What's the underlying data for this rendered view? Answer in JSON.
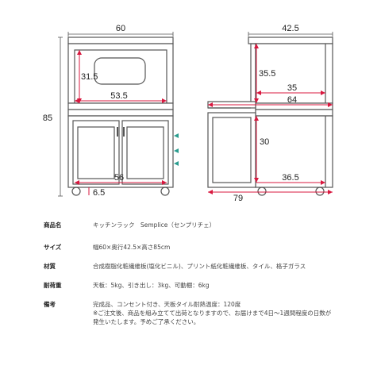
{
  "dimensions": {
    "front_width": "60",
    "height": "85",
    "top_opening": "31.5",
    "top_inner_width": "53.5",
    "bottom_inner_width": "56",
    "caster": "6.5",
    "depth": "42.5",
    "upper_depth": "35.5",
    "upper_inner_depth": "35",
    "overall_width_upper": "64",
    "lower_height": "30",
    "lower_inner_depth": "36.5",
    "overall_width": "79"
  },
  "colors": {
    "frame": "#555555",
    "dimension_line": "#d8183f",
    "arrow": "#2a9d8f"
  },
  "specs": [
    {
      "label": "商品名",
      "lines": [
        "キッチンラック　Semplice（センプリチェ）"
      ]
    },
    {
      "label": "サイズ",
      "lines": [
        "幅60×奥行42.5×高さ85cm"
      ]
    },
    {
      "label": "材質",
      "lines": [
        "合成樹脂化粧繊維板(塩化ビニル)、プリント紙化粧繊維板、タイル、格子ガラス"
      ]
    },
    {
      "label": "耐荷重",
      "lines": [
        "天板：5kg、引き出し：3kg、可動棚：6kg"
      ]
    },
    {
      "label": "備考",
      "lines": [
        "完成品、コンセント付き、天板タイル耐熱温度：120度",
        "※ご注文後、商品を組み立てて出荷となりますので、お届けまで4日〜1週間程度の日数が",
        "発生いたします。予めご了承ください。"
      ]
    }
  ]
}
